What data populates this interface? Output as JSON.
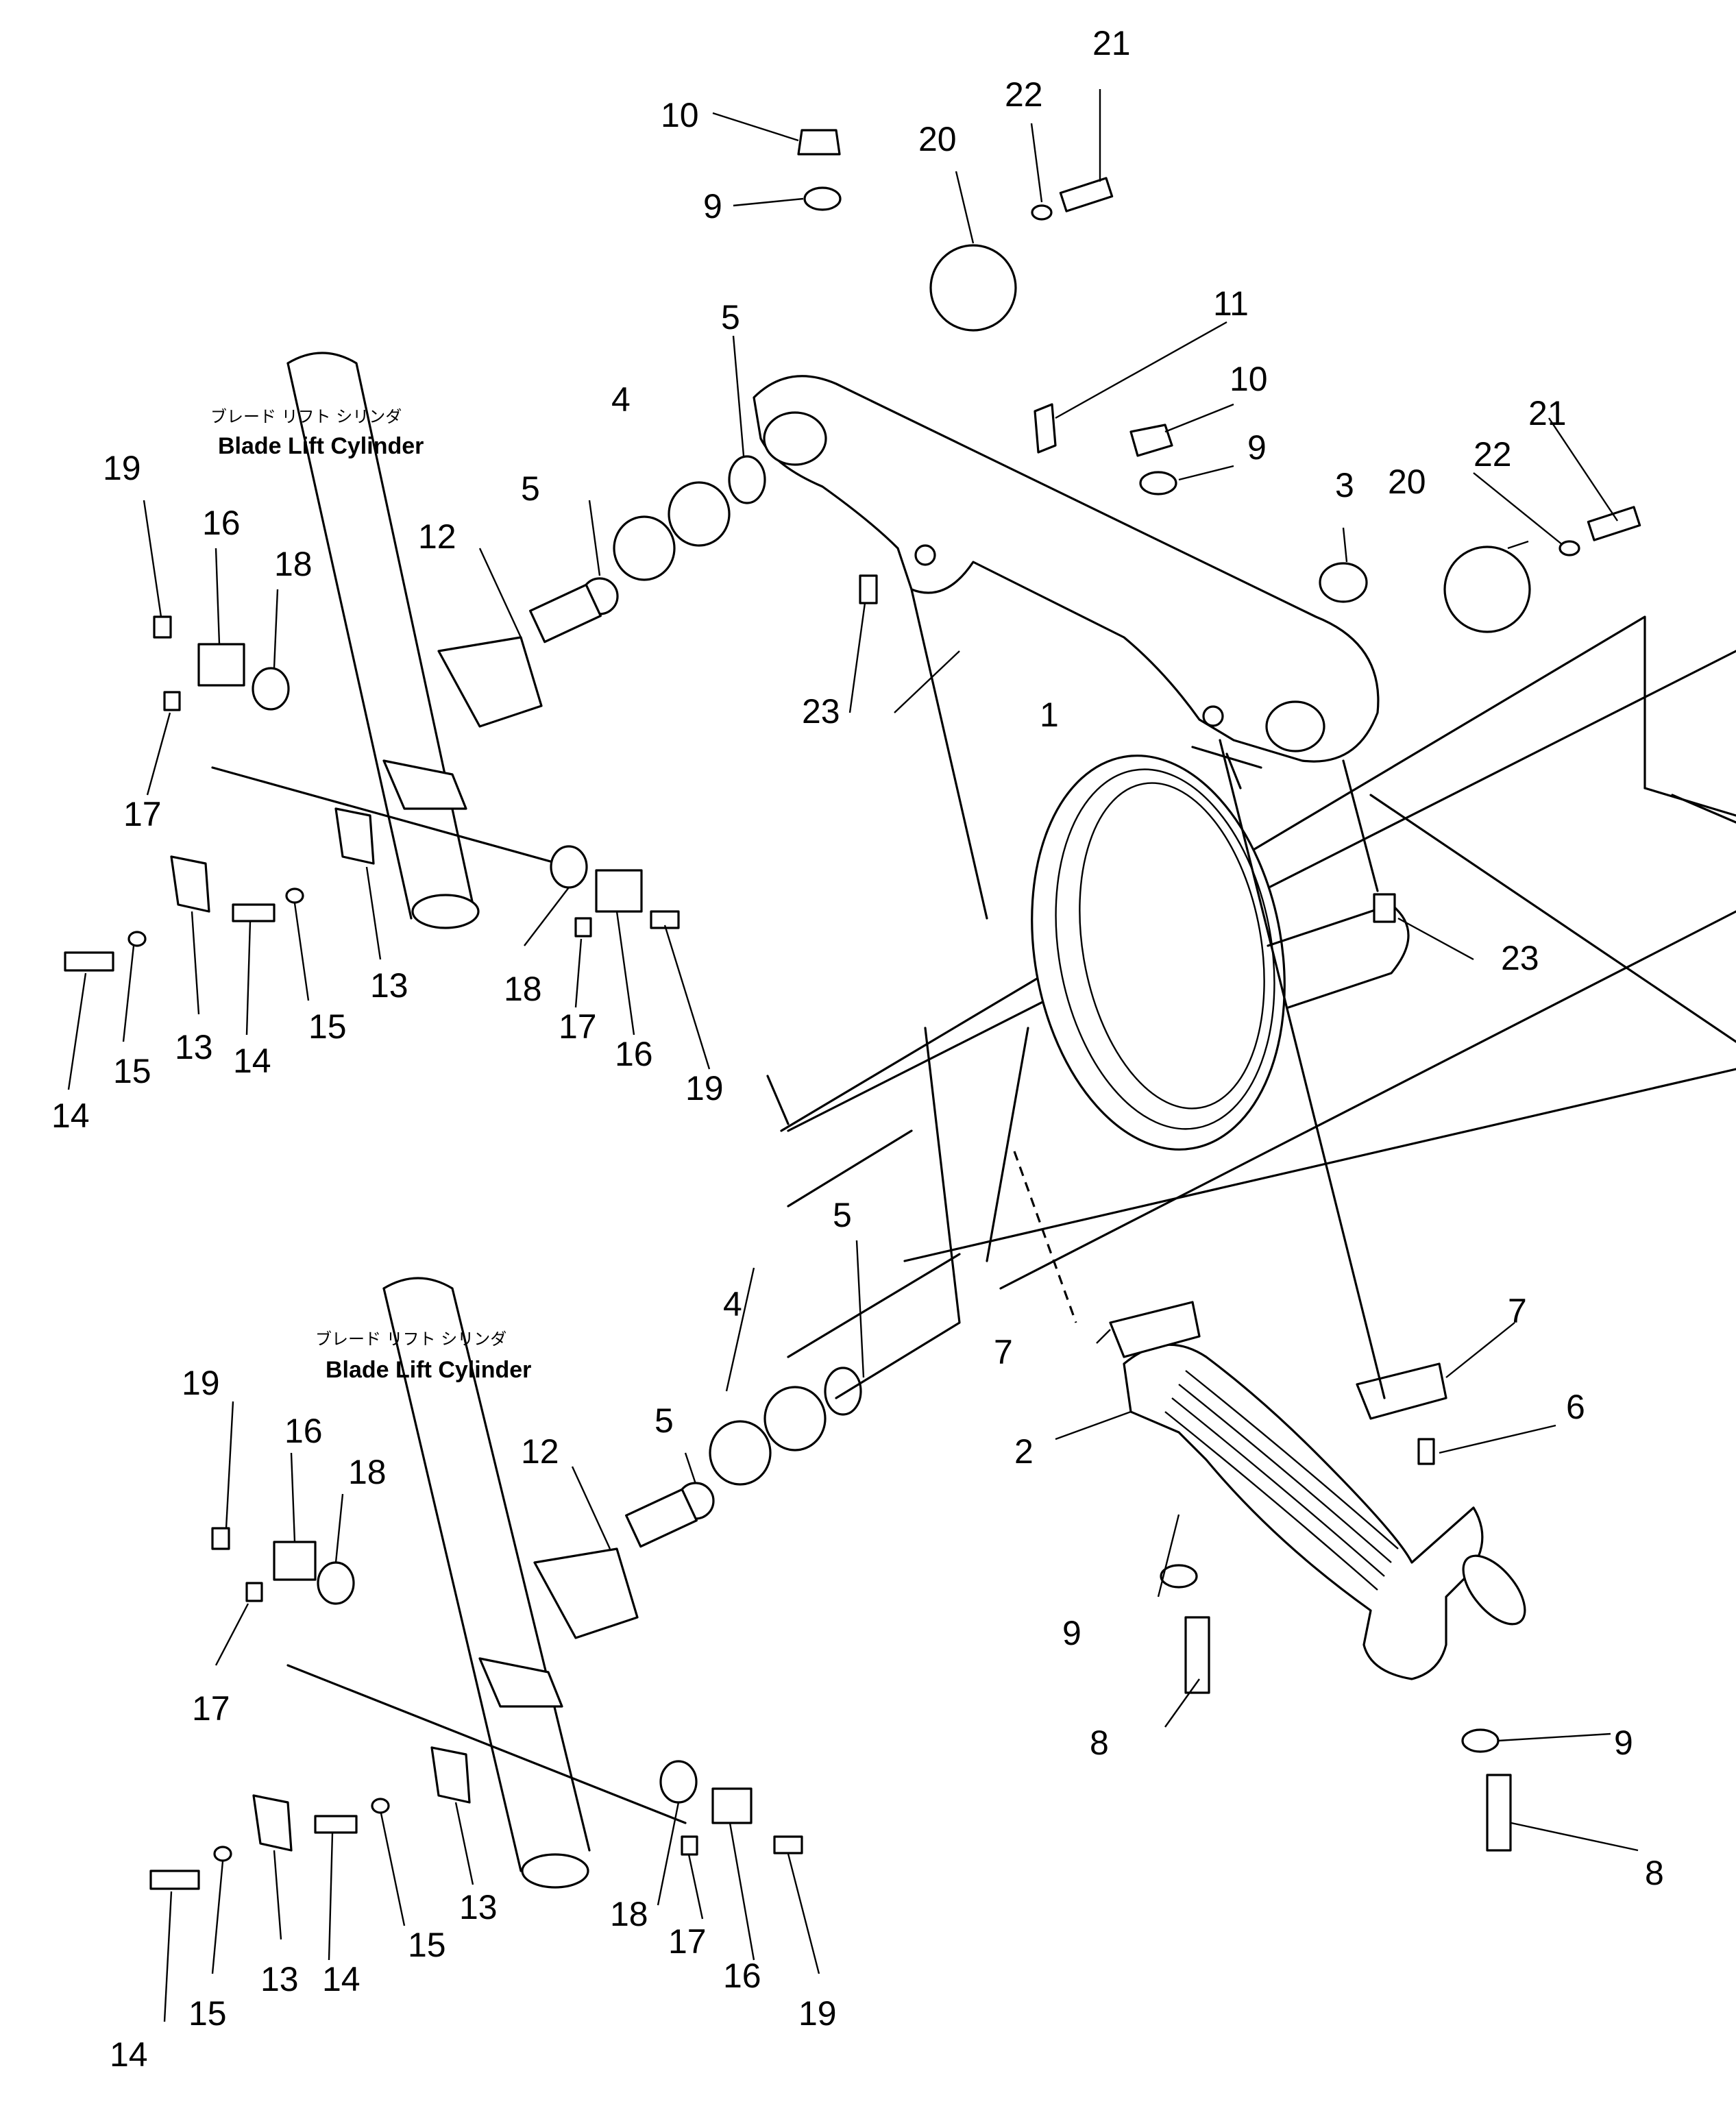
{
  "labels": {
    "cylinder_jp": "ブレード リフト シリンダ",
    "cylinder_en": "Blade Lift Cylinder"
  },
  "callouts": [
    {
      "id": "c21a",
      "text": "21"
    },
    {
      "id": "c22a",
      "text": "22"
    },
    {
      "id": "c10a",
      "text": "10"
    },
    {
      "id": "c20a",
      "text": "20"
    },
    {
      "id": "c9a",
      "text": "9"
    },
    {
      "id": "c11",
      "text": "11"
    },
    {
      "id": "c10b",
      "text": "10"
    },
    {
      "id": "c21b",
      "text": "21"
    },
    {
      "id": "c5a",
      "text": "5"
    },
    {
      "id": "c4a",
      "text": "4"
    },
    {
      "id": "c9b",
      "text": "9"
    },
    {
      "id": "c22b",
      "text": "22"
    },
    {
      "id": "c3",
      "text": "3"
    },
    {
      "id": "c20b",
      "text": "20"
    },
    {
      "id": "c5b",
      "text": "5"
    },
    {
      "id": "c19a",
      "text": "19"
    },
    {
      "id": "c16a",
      "text": "16"
    },
    {
      "id": "c18a",
      "text": "18"
    },
    {
      "id": "c12a",
      "text": "12"
    },
    {
      "id": "c23a",
      "text": "23"
    },
    {
      "id": "c1",
      "text": "1"
    },
    {
      "id": "c17a",
      "text": "17"
    },
    {
      "id": "c23b",
      "text": "23"
    },
    {
      "id": "c13a",
      "text": "13"
    },
    {
      "id": "c18b",
      "text": "18"
    },
    {
      "id": "c14a",
      "text": "14"
    },
    {
      "id": "c15a",
      "text": "15"
    },
    {
      "id": "c13b",
      "text": "13"
    },
    {
      "id": "c17b",
      "text": "17"
    },
    {
      "id": "c16b",
      "text": "16"
    },
    {
      "id": "c15b",
      "text": "15"
    },
    {
      "id": "c14b",
      "text": "14"
    },
    {
      "id": "c19b",
      "text": "19"
    },
    {
      "id": "c5c",
      "text": "5"
    },
    {
      "id": "c4b",
      "text": "4"
    },
    {
      "id": "c7a",
      "text": "7"
    },
    {
      "id": "c7b",
      "text": "7"
    },
    {
      "id": "c6",
      "text": "6"
    },
    {
      "id": "c2",
      "text": "2"
    },
    {
      "id": "c5d",
      "text": "5"
    },
    {
      "id": "c19c",
      "text": "19"
    },
    {
      "id": "c16c",
      "text": "16"
    },
    {
      "id": "c12b",
      "text": "12"
    },
    {
      "id": "c18c",
      "text": "18"
    },
    {
      "id": "c9c",
      "text": "9"
    },
    {
      "id": "c9d",
      "text": "9"
    },
    {
      "id": "c17c",
      "text": "17"
    },
    {
      "id": "c8a",
      "text": "8"
    },
    {
      "id": "c8b",
      "text": "8"
    },
    {
      "id": "c13c",
      "text": "13"
    },
    {
      "id": "c15c",
      "text": "15"
    },
    {
      "id": "c18d",
      "text": "18"
    },
    {
      "id": "c17d",
      "text": "17"
    },
    {
      "id": "c16d",
      "text": "16"
    },
    {
      "id": "c19d",
      "text": "19"
    },
    {
      "id": "c14c",
      "text": "14"
    },
    {
      "id": "c13d",
      "text": "13"
    },
    {
      "id": "c15d",
      "text": "15"
    },
    {
      "id": "c14d",
      "text": "14"
    }
  ]
}
